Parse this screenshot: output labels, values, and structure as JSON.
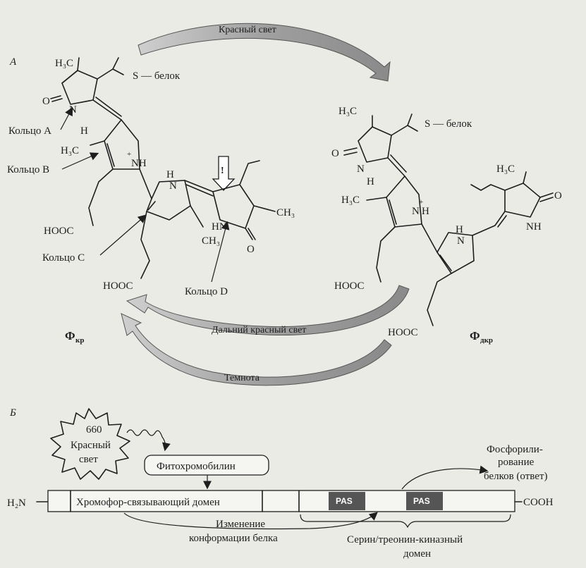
{
  "panel_a": {
    "label": "А",
    "top_arrow": "Красный свет",
    "far_red_arrow": "Дальний красный свет",
    "dark_arrow": "Темнота",
    "exclaim": "!",
    "left": {
      "h3c_1": "H₃C",
      "s_protein": "S — белок",
      "o": "O",
      "n": "N",
      "h": "H",
      "h3c_2": "H₃C",
      "nh_plus": "NH",
      "plus": "+",
      "h_pyr": "H",
      "n_pyr": "N",
      "ch3_pyr": "CH₃",
      "hooc_1": "HOOC",
      "hooc_2": "HOOC",
      "hn": "HN",
      "ch3_d": "CH₃",
      "o_d": "O",
      "ring_a": "Кольцо A",
      "ring_b": "Кольцо B",
      "ring_c": "Кольцо C",
      "ring_d": "Кольцо D",
      "phi": "Ф",
      "phi_sub": "кр"
    },
    "right": {
      "h3c_1": "H₃C",
      "s_protein": "S — белок",
      "o": "O",
      "n": "N",
      "h": "H",
      "h3c_2": "H₃C",
      "n_plus": "N",
      "plus": "+",
      "h_plus": "H",
      "h3c_d": "H₃C",
      "o_d": "O",
      "nh_d": "NH",
      "h_pyr": "H",
      "n_pyr": "N",
      "hooc_1": "HOOC",
      "hooc_2": "HOOC",
      "phi": "Ф",
      "phi_sub": "дкр"
    }
  },
  "panel_b": {
    "label": "Б",
    "star_line1": "660",
    "star_line2": "Красный",
    "star_line3": "свет",
    "chromophore": "Фитохромобилин",
    "h2n": "H₂N",
    "cooh": "COOH",
    "binding_domain": "Хромофор-связывающий домен",
    "pas1": "PAS",
    "pas2": "PAS",
    "phospho_line1": "Фосфорили-",
    "phospho_line2": "рование",
    "phospho_line3": "белков (ответ)",
    "conf_line1": "Изменение",
    "conf_line2": "конформации белка",
    "kinase_line1": "Серин/треонин-киназный",
    "kinase_line2": "домен"
  },
  "colors": {
    "background": "#ebebe6",
    "band_fill": "#a8a8a8",
    "ink": "#1e1e1e",
    "pas": "#555555"
  }
}
